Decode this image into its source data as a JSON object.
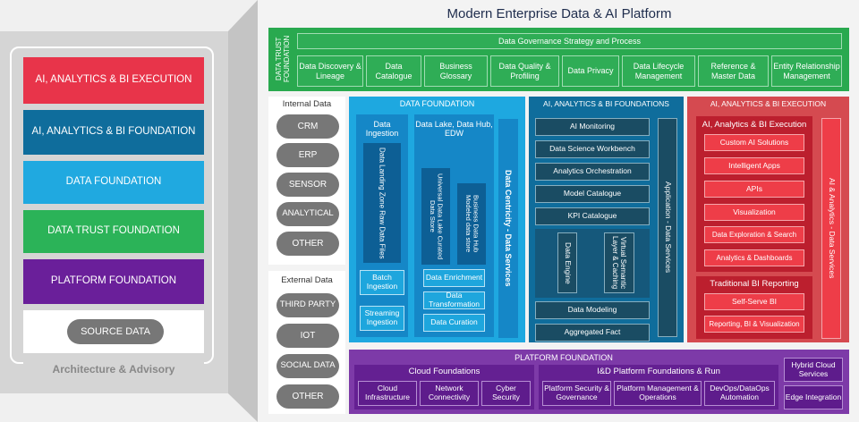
{
  "title": "Modern Enterprise Data & AI Platform",
  "stack": {
    "layers": [
      {
        "label": "AI, ANALYTICS & BI EXECUTION",
        "color": "#e8344a"
      },
      {
        "label": "AI, ANALYTICS & BI FOUNDATION",
        "color": "#0f6d9c"
      },
      {
        "label": "DATA FOUNDATION",
        "color": "#20a9e0"
      },
      {
        "label": "DATA TRUST FOUNDATION",
        "color": "#2bb358"
      },
      {
        "label": "PLATFORM FOUNDATION",
        "color": "#6a1f9a"
      }
    ],
    "source_data": "SOURCE DATA",
    "caption": "Architecture & Advisory"
  },
  "trust": {
    "side_label": "DATA TRUST FOUNDATION",
    "top": "Data Governance Strategy and Process",
    "items": [
      "Data Discovery & Lineage",
      "Data Catalogue",
      "Business Glossary",
      "Data Quality & Profiling",
      "Data Privacy",
      "Data Lifecycle Management",
      "Reference & Master Data",
      "Entity Relationship Management"
    ]
  },
  "internal": {
    "title": "Internal Data",
    "items": [
      "CRM",
      "ERP",
      "SENSOR",
      "ANALYTICAL",
      "OTHER"
    ]
  },
  "external": {
    "title": "External Data",
    "items": [
      "THIRD PARTY",
      "IOT",
      "SOCIAL DATA",
      "OTHER"
    ]
  },
  "data_foundation": {
    "title": "DATA FOUNDATION",
    "ingestion": "Data Ingestion",
    "landing": "Data Landing Zone Raw Data Files",
    "batch": "Batch Ingestion",
    "streaming": "Streaming Ingestion",
    "lake": "Data Lake, Data Hub, EDW",
    "universal": "Universal Data Lake Curated Data Store",
    "business_hub": "Business Data Hub Modeled data store",
    "enrichment": "Data Enrichment",
    "transformation": "Data Transformation",
    "curation": "Data Curation",
    "services": "Data Centricity - Data Services"
  },
  "ai_foundation": {
    "title": "AI, ANALYTICS & BI FOUNDATIONS",
    "items": [
      "AI Monitoring",
      "Data Science Workbench",
      "Analytics Orchestration",
      "Model Catalogue",
      "KPI Catalogue"
    ],
    "data_engine": "Data Engine",
    "semantic": "Virtual Semantic Layer & Caching",
    "modeling": "Data Modeling",
    "aggregated": "Aggregated Fact",
    "services": "Application - Data Services"
  },
  "ai_execution": {
    "title": "AI, ANALYTICS & BI EXECUTION",
    "exec_title": "AI, Analytics & BI Execution",
    "items": [
      "Custom AI Solutions",
      "Intelligent Apps",
      "APIs",
      "Visualization",
      "Data Exploration & Search",
      "Analytics & Dashboards"
    ],
    "bi_title": "Traditional BI Reporting",
    "bi_items": [
      "Self-Serve BI",
      "Reporting, BI & Visualization"
    ],
    "services": "AI & Analytics - Data Services"
  },
  "platform": {
    "title": "PLATFORM FOUNDATION",
    "cloud_title": "Cloud Foundations",
    "cloud_items": [
      "Cloud Infrastructure",
      "Network Connectivity",
      "Cyber Security"
    ],
    "id_title": "I&D Platform Foundations & Run",
    "id_items": [
      "Platform Security & Governance",
      "Platform Management & Operations",
      "DevOps/DataOps Automation"
    ],
    "side_items": [
      "Hybrid Cloud Services",
      "Edge Integration"
    ]
  }
}
